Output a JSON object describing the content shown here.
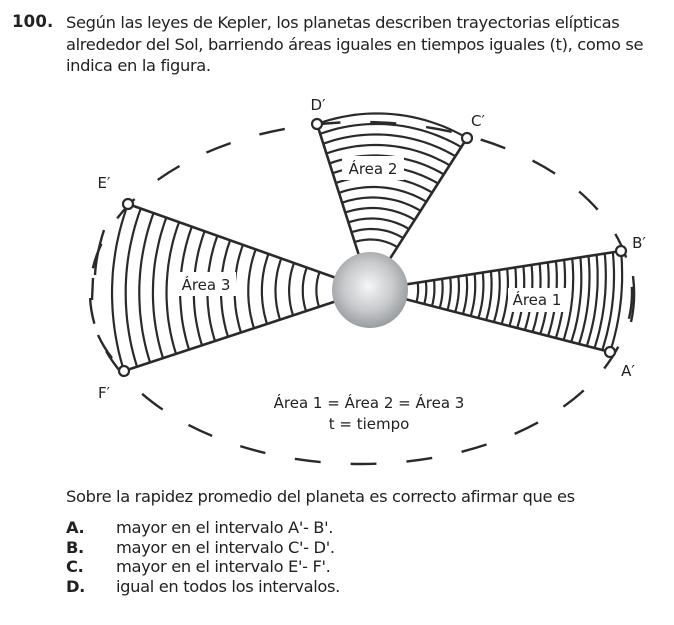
{
  "question": {
    "number": "100.",
    "stem": "Según las leyes de Kepler, los planetas describen trayectorias elípticas alrededor del Sol, barriendo áreas iguales en tiempos iguales (t), como se indica en la figura."
  },
  "figure": {
    "points": {
      "A": "A′",
      "B": "B′",
      "C": "C′",
      "D": "D′",
      "E": "E′",
      "F": "F′"
    },
    "areas": {
      "area1": "Área 1",
      "area2": "Área 2",
      "area3": "Área 3"
    },
    "legend": {
      "equation": "Área 1 = Área 2 = Área 3",
      "definition": "t = tiempo"
    },
    "colors": {
      "line": "#2a2a2a",
      "sun_light": "#f4f4f4",
      "sun_dark": "#9a9ea2"
    }
  },
  "prompt": "Sobre la rapidez promedio del planeta es correcto afirmar que es",
  "options": [
    {
      "letter": "A.",
      "text": "mayor en el intervalo A'- B'."
    },
    {
      "letter": "B.",
      "text": "mayor en el intervalo C'- D'."
    },
    {
      "letter": "C.",
      "text": "mayor en el intervalo E'- F'."
    },
    {
      "letter": "D.",
      "text": "igual en todos los intervalos."
    }
  ]
}
